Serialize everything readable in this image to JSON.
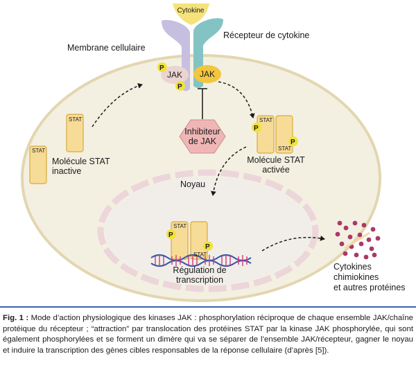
{
  "labels": {
    "cytokine": "Cytokine",
    "receptor": "Récepteur de cytokine",
    "membrane": "Membrane cellulaire",
    "jak": "JAK",
    "jak_inhibitor_line1": "Inhibiteur",
    "jak_inhibitor_line2": "de JAK",
    "stat": "STAT",
    "phospho": "P",
    "inactive_line1": "Molécule STAT",
    "inactive_line2": "inactive",
    "active_line1": "Molécule STAT",
    "active_line2": "activée",
    "nucleus": "Noyau",
    "transcription_line1": "Régulation de",
    "transcription_line2": "transcription",
    "products_line1": "Cytokines",
    "products_line2": "chimiokines",
    "products_line3": "et autres protéines"
  },
  "caption": {
    "prefix": "Fig. 1 :",
    "text": " Mode d’action physiologique des kinases JAK : phosphorylation réciproque de chaque ensemble JAK/chaîne protéique du récepteur ; “attraction” par translocation des protéines STAT par la kinase JAK phosphorylée, qui sont également phosphorylées et se forment un dimère qui va se séparer de l’ensemble JAK/récepteur, gagner le noyau et induire la transcription des gènes cibles responsables de la réponse cellulaire (d’après [5])."
  },
  "colors": {
    "cell_fill": "#f3f0e2",
    "cell_stroke": "#e3d6b0",
    "stat_fill": "#f7dc97",
    "stat_stroke": "#d9a93a",
    "phospho": "#f1e23a",
    "jak_left": "#ead5d2",
    "jak_right": "#f2c63f",
    "receptor_left": "#c7bfe0",
    "receptor_right": "#84c3c3",
    "cytokine": "#f5e27a",
    "inhibitor": "#f0b6b6",
    "nucleus_stroke": "#ecd6da",
    "dna_blue": "#3c5aa8",
    "dna_pink": "#d43a78",
    "products": "#a93a68",
    "rule": "#3b63a8"
  }
}
